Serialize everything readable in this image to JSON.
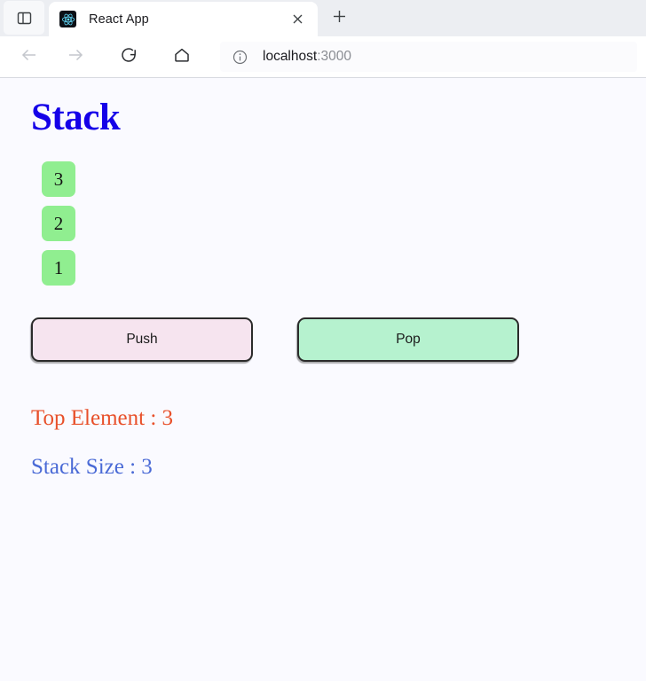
{
  "browser": {
    "tab_overview_icon": "tab-overview-icon",
    "tab": {
      "favicon": "react-logo-icon",
      "title": "React App",
      "close_icon": "close-icon"
    },
    "new_tab_icon": "plus-icon",
    "nav": {
      "back_icon": "arrow-left-icon",
      "forward_icon": "arrow-right-icon",
      "reload_icon": "reload-icon",
      "home_icon": "home-icon"
    },
    "omnibox": {
      "info_icon": "info-circle-icon",
      "host": "localhost",
      "port": ":3000"
    },
    "colors": {
      "tabstrip_bg": "#eceef2",
      "toolbar_bg": "#ffffff",
      "tab_active_bg": "#ffffff",
      "url_host": "#1b1b1f",
      "url_port": "#8a8d93"
    }
  },
  "page": {
    "title": "Stack",
    "title_color": "#1500e8",
    "background": "#fafaff",
    "stack": {
      "items": [
        "3",
        "2",
        "1"
      ],
      "item_color": "#90ee90"
    },
    "buttons": [
      {
        "name": "push",
        "label": "Push",
        "color": "#f6e4ef"
      },
      {
        "name": "pop",
        "label": "Pop",
        "color": "#b6f2cf"
      }
    ],
    "status": [
      {
        "name": "top-element",
        "label": "Top Element : 3",
        "color": "#e8502a"
      },
      {
        "name": "stack-size",
        "label": "Stack Size : 3",
        "color": "#4a6ad6"
      }
    ]
  }
}
